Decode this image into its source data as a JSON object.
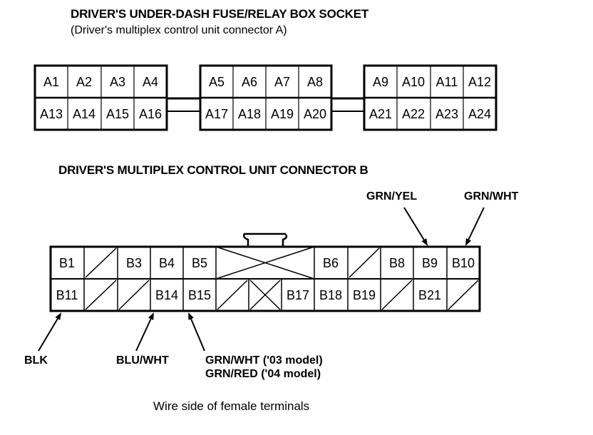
{
  "connector_a": {
    "title": "DRIVER'S UNDER-DASH FUSE/RELAY BOX SOCKET",
    "subtitle": "(Driver's multiplex control unit connector A)",
    "blocks": [
      {
        "top": [
          "A1",
          "A2",
          "A3",
          "A4"
        ],
        "bottom": [
          "A13",
          "A14",
          "A15",
          "A16"
        ]
      },
      {
        "top": [
          "A5",
          "A6",
          "A7",
          "A8"
        ],
        "bottom": [
          "A17",
          "A18",
          "A19",
          "A20"
        ]
      },
      {
        "top": [
          "A9",
          "A10",
          "A11",
          "A12"
        ],
        "bottom": [
          "A21",
          "A22",
          "A23",
          "A24"
        ]
      }
    ]
  },
  "connector_b": {
    "title": "DRIVER'S MULTIPLEX CONTROL UNIT CONNECTOR B",
    "top_row": [
      "B1",
      "",
      "B3",
      "B4",
      "B5",
      "",
      "B6",
      "",
      "B8",
      "B9",
      "B10"
    ],
    "bottom_row": [
      "B11",
      "",
      "",
      "B14",
      "B15",
      "",
      "",
      "B17",
      "B18",
      "B19",
      "",
      "B21",
      ""
    ]
  },
  "wire_labels": {
    "b9": "GRN/YEL",
    "b10": "GRN/WHT",
    "b11": "BLK",
    "b14": "BLU/WHT",
    "b15_line1": "GRN/WHT ('03 model)",
    "b15_line2": "GRN/RED ('04 model)"
  },
  "caption": "Wire side of female terminals"
}
